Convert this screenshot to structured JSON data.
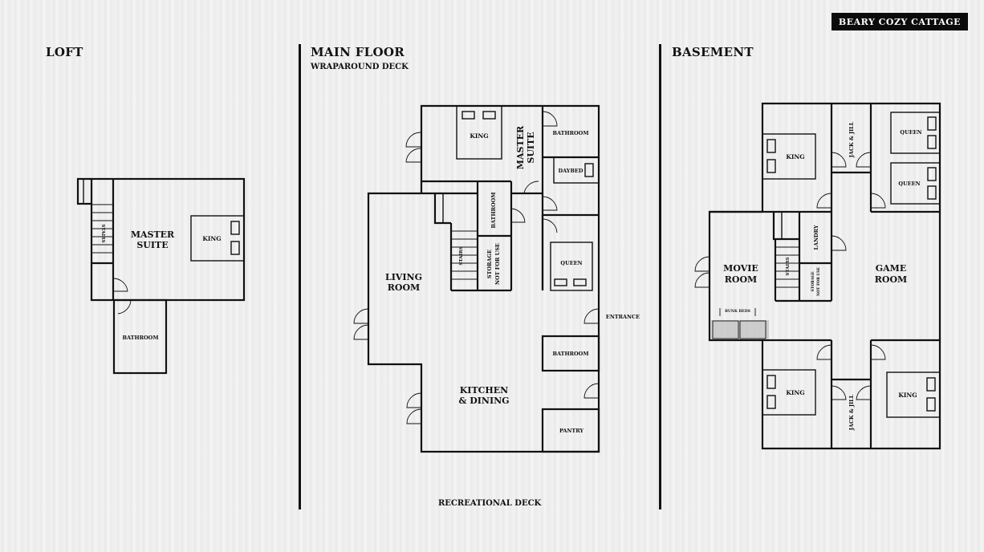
{
  "brand": "BEARY COZY CATTAGE",
  "sections": {
    "loft": {
      "heading": "LOFT",
      "rooms": {
        "master_suite_1": "MASTER",
        "master_suite_2": "SUITE",
        "king": "KING",
        "stairs": "STAIRS",
        "bathroom": "BATHROOM"
      }
    },
    "main": {
      "heading": "MAIN FLOOR",
      "top_deck": "WRAPAROUND DECK",
      "bottom_deck": "RECREATIONAL DECK",
      "rooms": {
        "king": "KING",
        "master_suite_1": "MASTER",
        "master_suite_2": "SUITE",
        "bathroom_top": "BATHROOM",
        "daybed": "DAYBED",
        "bathroom_mid": "BATHROOM",
        "stairs": "STAIRS",
        "storage_1": "STORAGE",
        "storage_2": "NOT FOR USE",
        "queen": "QUEEN",
        "living_1": "LIVING",
        "living_2": "ROOM",
        "entrance": "ENTRANCE",
        "bathroom_low": "BATHROOM",
        "kitchen_1": "KITCHEN",
        "kitchen_2": "& DINING",
        "pantry": "PANTRY"
      }
    },
    "basement": {
      "heading": "BASEMENT",
      "rooms": {
        "king_tl": "KING",
        "jack_jill_top": "JACK & JILL",
        "queen_1": "QUEEN",
        "queen_2": "QUEEN",
        "movie_1": "MOVIE",
        "movie_2": "ROOM",
        "stairs": "STAIRS",
        "laundry": "LANDRY",
        "storage_1": "STORAGE",
        "storage_2": "NOT FOR USE",
        "game_1": "GAME",
        "game_2": "ROOM",
        "bunk_beds": "BUNK BEDS",
        "king_bl": "KING",
        "jack_jill_bottom": "JACK & JILL",
        "king_br": "KING"
      }
    }
  }
}
